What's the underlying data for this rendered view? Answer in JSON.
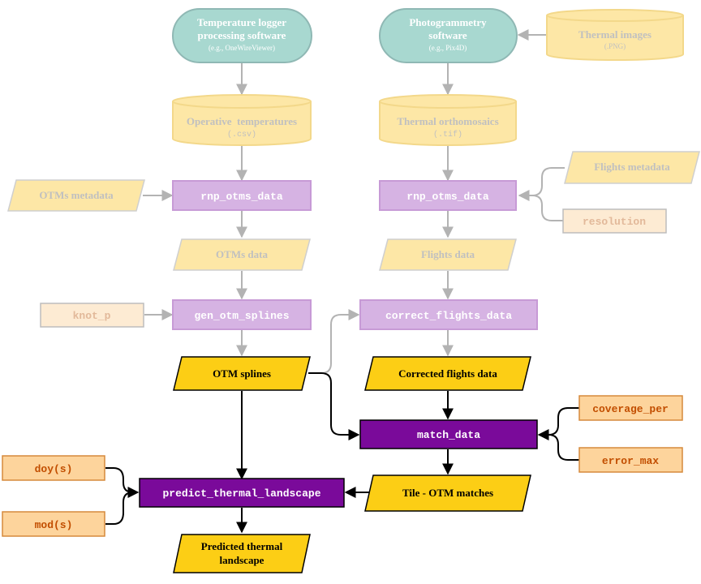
{
  "nodes": {
    "temp_software": {
      "line1": "Temperature logger",
      "line2": "processing software",
      "sub": "(e.g., OneWireViewer)"
    },
    "photo_software": {
      "line1": "Photogrammetry",
      "line2": "software",
      "sub": "(e.g., Pix4D)"
    },
    "thermal_images": {
      "label": "Thermal images",
      "sub": "(.PNG)"
    },
    "operative_temps": {
      "label": "Operative  temperatures",
      "sub": "(.csv)"
    },
    "thermal_ortho": {
      "label": "Thermal orthomosaics",
      "sub": "(.tif)"
    },
    "otms_metadata": {
      "label": "OTMs metadata"
    },
    "rnp_otms_left": {
      "label": "rnp_otms_data"
    },
    "rnp_otms_right": {
      "label": "rnp_otms_data"
    },
    "flights_metadata": {
      "label": "Flights metadata"
    },
    "resolution": {
      "label": "resolution"
    },
    "otms_data": {
      "label": "OTMs data"
    },
    "flights_data": {
      "label": "Flights data"
    },
    "knot_p": {
      "label": "knot_p"
    },
    "gen_otm_splines": {
      "label": "gen_otm_splines"
    },
    "correct_flights_data": {
      "label": "correct_flights_data"
    },
    "otm_splines": {
      "label": "OTM splines"
    },
    "corrected_flights": {
      "label": "Corrected flights data"
    },
    "coverage_per": {
      "label": "coverage_per"
    },
    "match_data": {
      "label": "match_data"
    },
    "error_max": {
      "label": "error_max"
    },
    "doy": {
      "label": "doy(s)"
    },
    "predict_thermal": {
      "label": "predict_thermal_landscape"
    },
    "tile_otm": {
      "label": "Tile - OTM matches"
    },
    "mod": {
      "label": "mod(s)"
    },
    "predicted": {
      "line1": "Predicted thermal",
      "line2": "landscape"
    }
  },
  "colors": {
    "teal_fill": "#a8d8d0",
    "teal_stroke": "#8fb8b4",
    "cyl_fill": "#fde7a6",
    "cyl_stroke": "#f3d88a",
    "lav_fill": "#d6b3e3",
    "lav_stroke": "#c79ad6",
    "pale_fill": "#fdebd3",
    "pale_stroke": "#bdbdbd",
    "pale_text": "#e2b99a",
    "orange_fill": "#fdd49c",
    "orange_stroke": "#d68a3c",
    "orange_text": "#c24e00",
    "yellow_fill": "#fcce15",
    "purple_fill": "#7a0a9a",
    "faded_arrow": "#b3b3b3",
    "dark_arrow": "#000000",
    "white_text": "#ffffff",
    "faded_text": "#c0c0c0",
    "faded_text_dark": "#aaaaaa"
  }
}
